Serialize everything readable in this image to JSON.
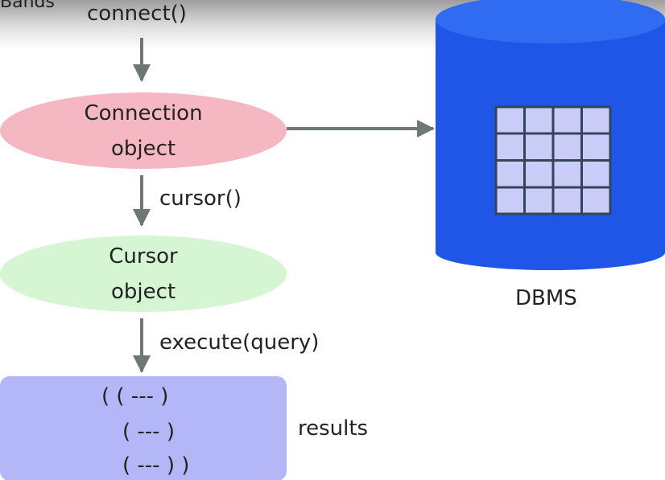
{
  "diagram": {
    "top_partial_text": "Bands",
    "connect_label": "connect()",
    "connection_node": {
      "line1": "Connection",
      "line2": "object"
    },
    "cursor_label": "cursor()",
    "cursor_node": {
      "line1": "Cursor",
      "line2": "object"
    },
    "execute_label": "execute(query)",
    "results_lines": [
      "( ( --- )",
      "( --- )",
      "( --- ) )"
    ],
    "results_label": "results",
    "dbms_label": "DBMS"
  },
  "colors": {
    "connection_fill": "#f5b8c3",
    "cursor_fill": "#d5f5d3",
    "results_fill": "#b3b7f7",
    "db_body": "#1f56e8",
    "db_top": "#2f6cf2",
    "db_grid_cell": "#c8ccf6",
    "arrow": "#6f7774"
  }
}
